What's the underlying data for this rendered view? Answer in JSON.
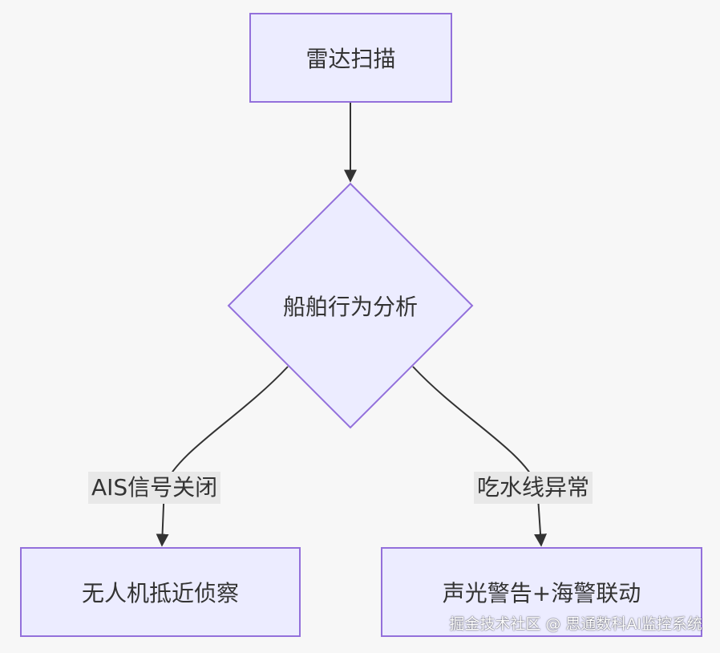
{
  "diagram": {
    "type": "flowchart",
    "colors": {
      "node_fill": "#ececff",
      "node_stroke": "#9370db",
      "edge": "#333333",
      "edge_label_bg": "#e8e8e8",
      "background": "#f7f7f7"
    },
    "nodes": {
      "radar": "雷达扫描",
      "analysis": "船舶行为分析",
      "drone": "无人机抵近侦察",
      "alarm": "声光警告+海警联动"
    },
    "edges": {
      "ais_off": "AIS信号关闭",
      "draft_abnormal": "吃水线异常"
    }
  },
  "watermark": "掘金技术社区 @ 思通数科AI监控系统"
}
